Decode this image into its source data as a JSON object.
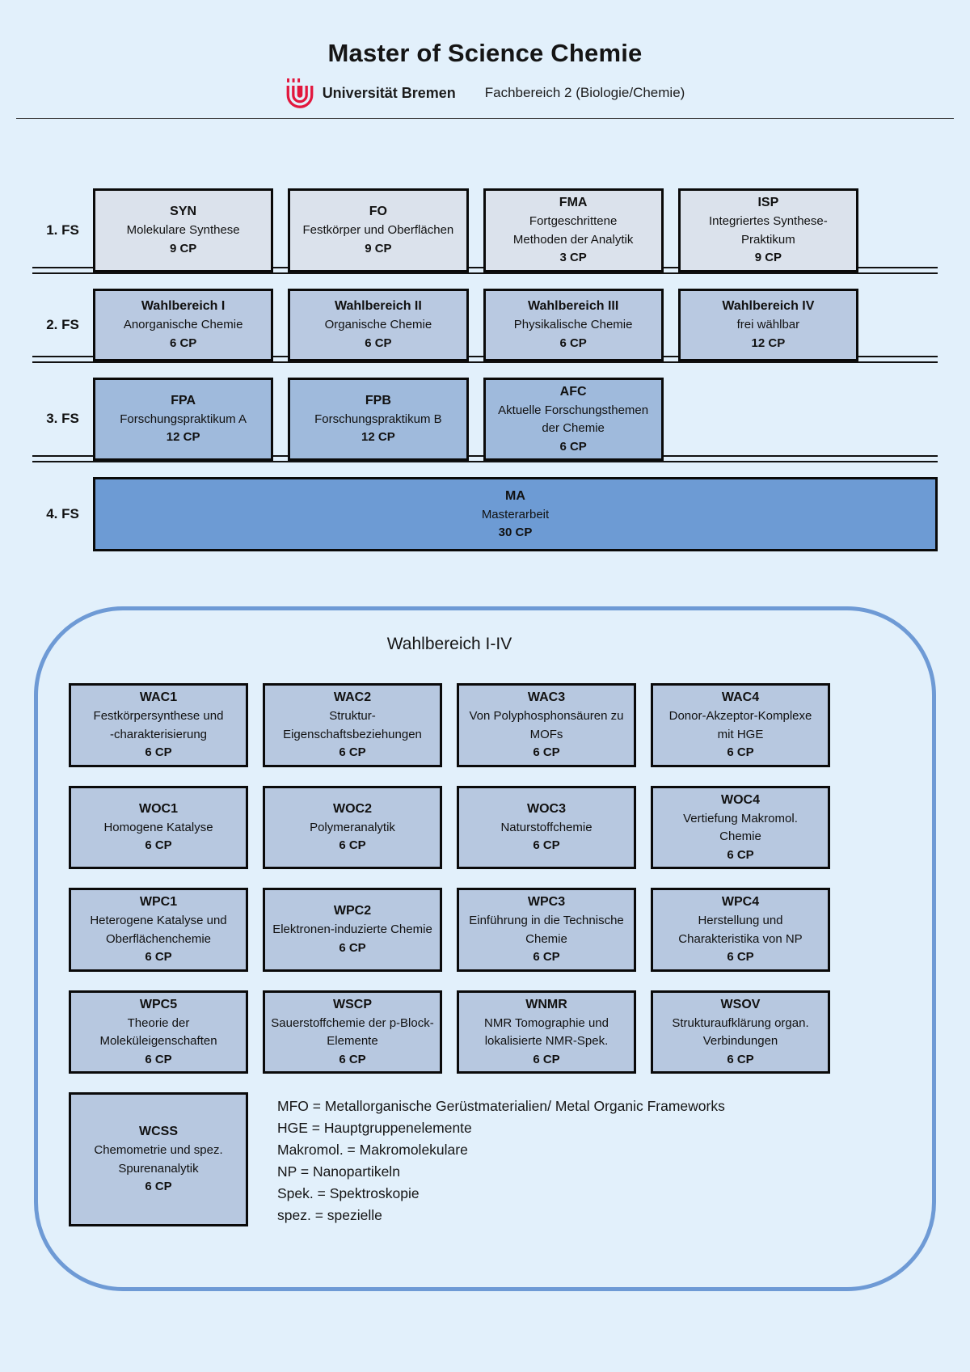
{
  "header": {
    "title": "Master of Science Chemie",
    "university": "Universität Bremen",
    "department": "Fachbereich 2 (Biologie/Chemie)"
  },
  "semesters": [
    {
      "label": "1. FS",
      "modules": [
        {
          "code": "SYN",
          "name": "Molekulare Synthese",
          "cp": "9 CP"
        },
        {
          "code": "FO",
          "name": "Festkörper und Oberflächen",
          "cp": "9 CP"
        },
        {
          "code": "FMA",
          "name": "Fortgeschrittene\nMethoden der Analytik",
          "cp": "3 CP"
        },
        {
          "code": "ISP",
          "name": "Integriertes Synthese-\nPraktikum",
          "cp": "9 CP"
        }
      ]
    },
    {
      "label": "2. FS",
      "modules": [
        {
          "code": "Wahlbereich I",
          "name": "Anorganische Chemie",
          "cp": "6 CP"
        },
        {
          "code": "Wahlbereich II",
          "name": "Organische Chemie",
          "cp": "6 CP"
        },
        {
          "code": "Wahlbereich III",
          "name": "Physikalische Chemie",
          "cp": "6 CP"
        },
        {
          "code": "Wahlbereich IV",
          "name": "frei wählbar",
          "cp": "12 CP"
        }
      ]
    },
    {
      "label": "3. FS",
      "modules": [
        {
          "code": "FPA",
          "name": "Forschungspraktikum A",
          "cp": "12 CP"
        },
        {
          "code": "FPB",
          "name": "Forschungspraktikum B",
          "cp": "12 CP"
        },
        {
          "code": "AFC",
          "name": "Aktuelle Forschungsthemen\nder Chemie",
          "cp": "6 CP"
        }
      ]
    },
    {
      "label": "4. FS",
      "modules": [
        {
          "code": "MA",
          "name": "Masterarbeit",
          "cp": "30 CP"
        }
      ]
    }
  ],
  "wahlbereich": {
    "title": "Wahlbereich I-IV",
    "rows": [
      [
        {
          "code": "WAC1",
          "name": "Festkörpersynthese und\n-charakterisierung",
          "cp": "6 CP"
        },
        {
          "code": "WAC2",
          "name": "Struktur-\nEigenschaftsbeziehungen",
          "cp": "6 CP"
        },
        {
          "code": "WAC3",
          "name": "Von Polyphosphonsäuren zu\nMOFs",
          "cp": "6 CP"
        },
        {
          "code": "WAC4",
          "name": "Donor-Akzeptor-Komplexe\nmit HGE",
          "cp": "6 CP"
        }
      ],
      [
        {
          "code": "WOC1",
          "name": "Homogene Katalyse",
          "cp": "6 CP"
        },
        {
          "code": "WOC2",
          "name": "Polymeranalytik",
          "cp": "6 CP"
        },
        {
          "code": "WOC3",
          "name": "Naturstoffchemie",
          "cp": "6 CP"
        },
        {
          "code": "WOC4",
          "name": "Vertiefung Makromol.\nChemie",
          "cp": "6 CP"
        }
      ],
      [
        {
          "code": "WPC1",
          "name": "Heterogene Katalyse und\nOberflächenchemie",
          "cp": "6 CP"
        },
        {
          "code": "WPC2",
          "name": "Elektronen-induzierte Chemie",
          "cp": "6 CP"
        },
        {
          "code": "WPC3",
          "name": "Einführung in die Technische\nChemie",
          "cp": "6 CP"
        },
        {
          "code": "WPC4",
          "name": "Herstellung und\nCharakteristika von NP",
          "cp": "6 CP"
        }
      ],
      [
        {
          "code": "WPC5",
          "name": "Theorie der\nMoleküleigenschaften",
          "cp": "6 CP"
        },
        {
          "code": "WSCP",
          "name": "Sauerstoffchemie der p-Block-\nElemente",
          "cp": "6 CP"
        },
        {
          "code": "WNMR",
          "name": "NMR Tomographie und\nlokalisierte NMR-Spek.",
          "cp": "6 CP"
        },
        {
          "code": "WSOV",
          "name": "Strukturaufklärung organ.\nVerbindungen",
          "cp": "6 CP"
        }
      ],
      [
        {
          "code": "WCSS",
          "name": "Chemometrie und spez.\nSpurenanalytik",
          "cp": "6 CP"
        }
      ]
    ],
    "legend": [
      "MFO = Metallorganische Gerüstmaterialien/ Metal Organic Frameworks",
      "HGE = Hauptgruppenelemente",
      "Makromol. = Makromolekulare",
      "NP = Nanopartikeln",
      "Spek. = Spektroskopie",
      "spez. = spezielle"
    ]
  },
  "colors": {
    "page_bg": "#e2f0fb",
    "semester1_fill": "#dbe2ec",
    "semester2_fill": "#b9c9e1",
    "semester3_fill": "#9fbadc",
    "master_thesis_fill": "#6d9bd4",
    "wahl_box_fill": "#b7c8e0",
    "wahl_border": "#6e9ad5",
    "logo_red": "#e2173d"
  }
}
